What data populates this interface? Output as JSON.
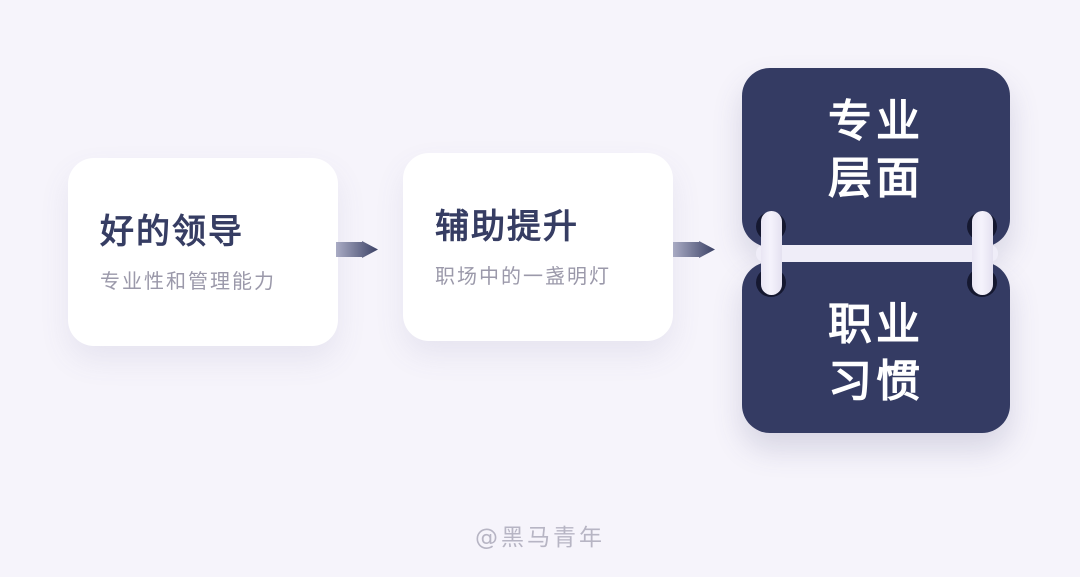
{
  "colors": {
    "bg": "#F6F4FB",
    "card": "#FFFFFF",
    "navy": "#343B63",
    "title": "#363D63",
    "subtitle": "#9B99AA",
    "hole": "#151830",
    "peg": "#F5F3FC",
    "bar": "#EFEDF8",
    "watermark": "#B7B5C4",
    "arrowLight": "#A9ABC4",
    "arrowDark": "#3C4266"
  },
  "cards": [
    {
      "title": "好的领导",
      "subtitle": "专业性和管理能力"
    },
    {
      "title": "辅助提升",
      "subtitle": "职场中的一盏明灯"
    }
  ],
  "results": [
    {
      "lines": [
        "专业",
        "层面"
      ]
    },
    {
      "lines": [
        "职业",
        "习惯"
      ]
    }
  ],
  "icons": {
    "arrow": "arrow-right-icon",
    "binder": "binder-ring-icon"
  },
  "watermark": "@黑马青年"
}
